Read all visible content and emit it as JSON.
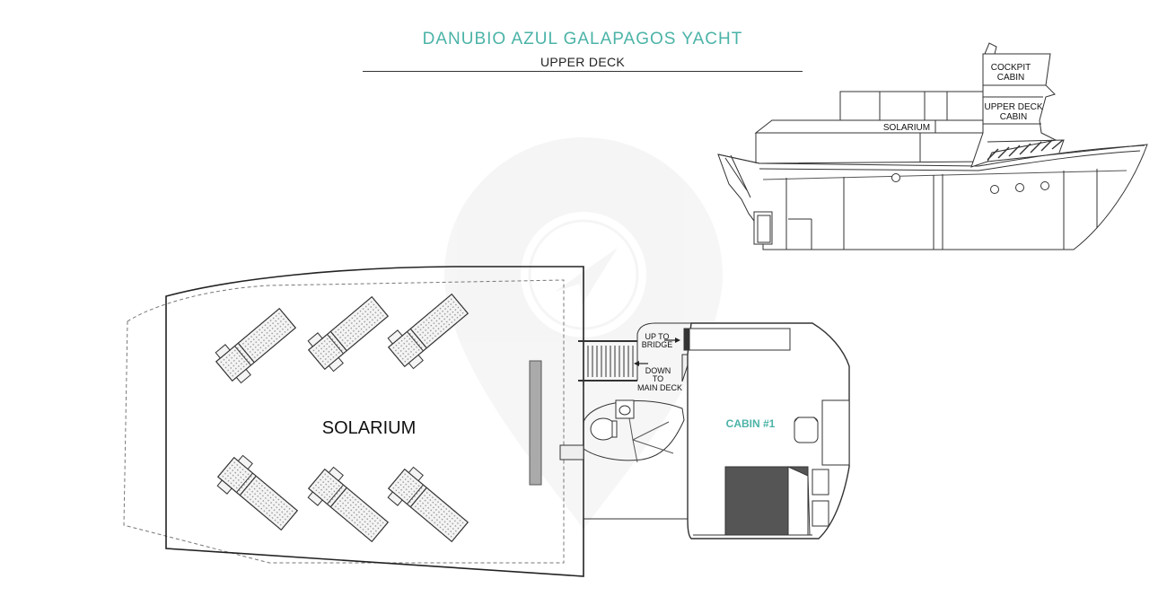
{
  "header": {
    "title": "DANUBIO AZUL GALAPAGOS YACHT",
    "subtitle": "UPPER DECK"
  },
  "side_profile": {
    "labels": {
      "cockpit_line1": "COCKPIT",
      "cockpit_line2": "CABIN",
      "upper_deck_line1": "UPPER DECK",
      "upper_deck_line2": "CABIN",
      "solarium": "SOLARIUM"
    }
  },
  "deck_plan": {
    "solarium_label": "SOLARIUM",
    "cabin_label": "CABIN #1",
    "up_to_bridge_line1": "UP TO",
    "up_to_bridge_line2": "BRIDGE",
    "down_line1": "DOWN",
    "down_line2": "TO",
    "down_line3": "MAIN DECK"
  },
  "colors": {
    "accent": "#4bb3a7",
    "line": "#333333",
    "bed": "#555555"
  },
  "icons": [
    "map-pin-watermark-icon",
    "toilet-icon",
    "sink-icon",
    "sun-lounger-icon",
    "porthole-icon"
  ]
}
